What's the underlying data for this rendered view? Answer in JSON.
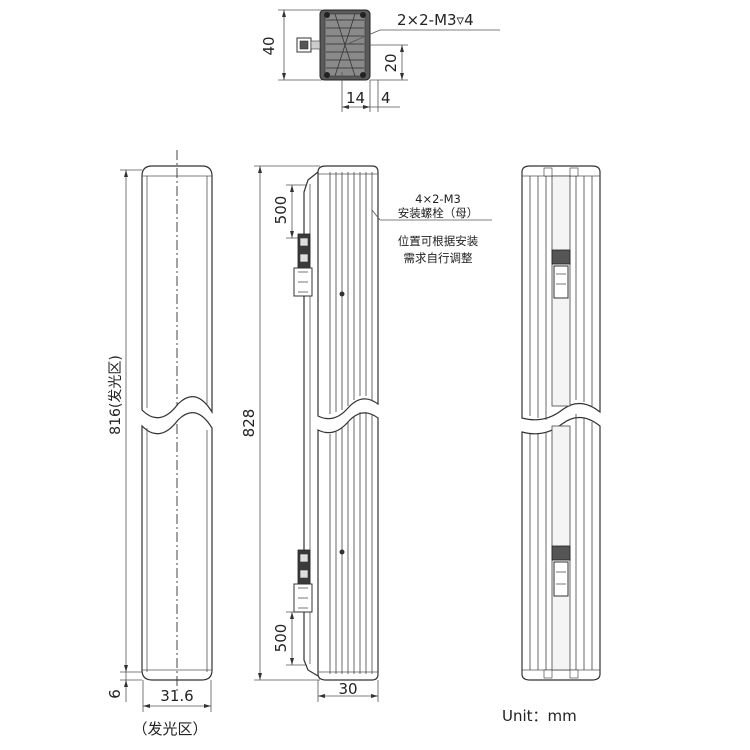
{
  "top_view": {
    "dim_height": "40",
    "dim_20": "20",
    "dim_14": "14",
    "dim_4": "4",
    "screw_note": "2×2-M3▿4"
  },
  "front_view": {
    "dim_length": "816(发光区)",
    "dim_width": "31.6",
    "dim_bottom": "6",
    "caption": "（发光区）"
  },
  "side_view": {
    "dim_length": "828",
    "dim_top_offset": "500",
    "dim_bottom_offset": "500",
    "dim_width": "30",
    "note_line1": "4×2-M3",
    "note_line2": "安装螺栓（母）",
    "note_line3": "位置可根据安装",
    "note_line4": "需求自行调整"
  },
  "unit_label": "Unit：mm"
}
